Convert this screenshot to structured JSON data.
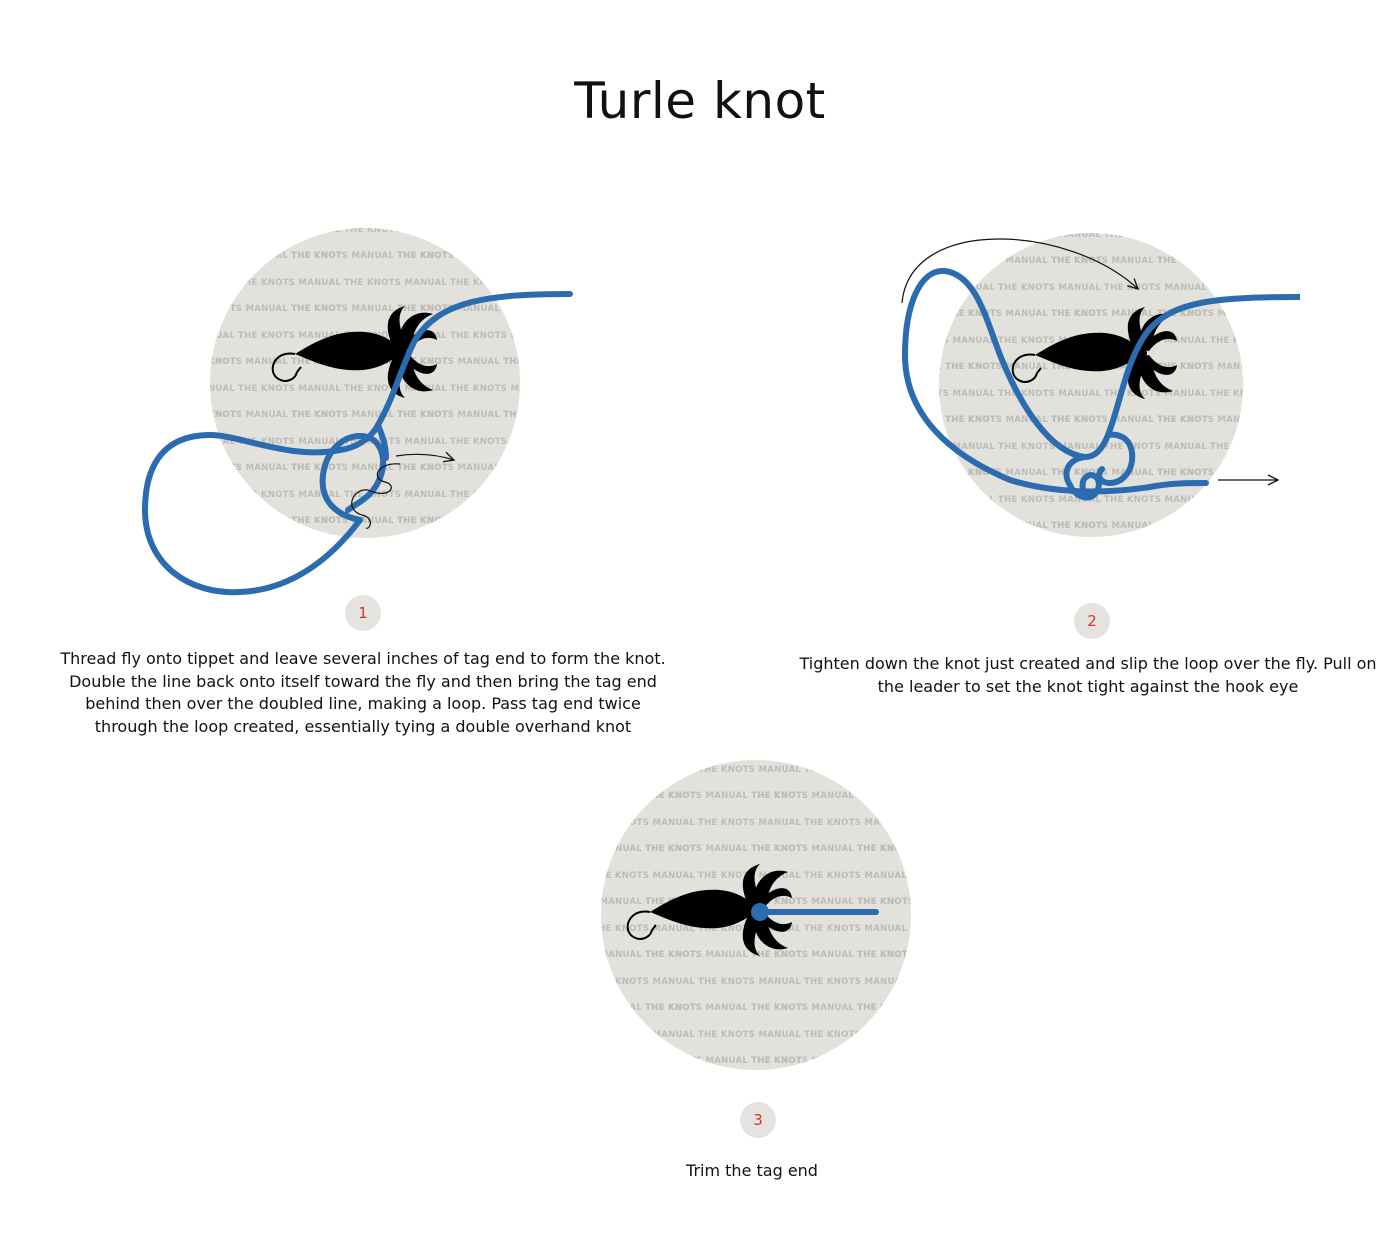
{
  "title": "Turle knot",
  "watermark": "THE KNOTS MANUAL",
  "colors": {
    "line": "#2b6cb0",
    "circle": "#e3e1dc",
    "badge_bg": "#e5e3df",
    "badge_text": "#d9332b",
    "fly": "#000000"
  },
  "steps": [
    {
      "number": "1",
      "text": "Thread fly onto tippet and leave several inches of tag end to form the knot. Double the line back onto itself toward the fly and then bring the tag end behind then over the doubled line, making a loop. Pass tag end twice through the loop created, essentially tying a double overhand knot"
    },
    {
      "number": "2",
      "text": "Tighten down the knot just created and slip the loop over the fly. Pull on the leader to set the knot tight against the hook eye"
    },
    {
      "number": "3",
      "text": "Trim the tag end"
    }
  ]
}
